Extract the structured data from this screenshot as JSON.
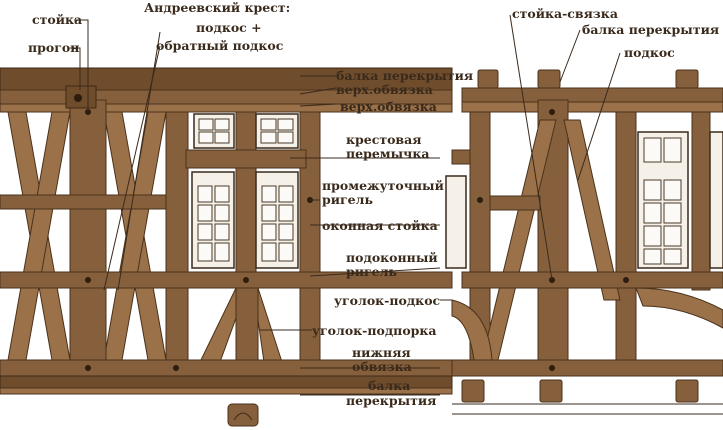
{
  "labels": {
    "stoyka": "стойка",
    "progon": "прогон",
    "andreevsky_title": "Андреевский крест:",
    "podkos_plus": "подкос +",
    "obratny_podkos": "обратный подкос",
    "balka_perekrytiya_top": "балка перекрытия",
    "verh_obvyazka_1": "верх.обвязка",
    "verh_obvyazka_2": "верх.обвязка",
    "krestovaya_1": "крестовая",
    "krestovaya_2": "перемычка",
    "promezh_1": "промежуточный",
    "promezh_2": "ригель",
    "okonnaya_stoyka": "оконная стойка",
    "podokonny_1": "подоконный",
    "podokonny_2": "ригель",
    "ugolok_podkos": "уголок-подкос",
    "ugolok_podporka": "уголок-подпорка",
    "nizhnyaya_1": "нижняя",
    "nizhnyaya_2": "обвязка",
    "balka_bottom_1": "балка",
    "balka_bottom_2": "перекрытия",
    "stoyka_svyazka": "стойка-связка",
    "balka_perekrytiya_right": "балка перекрытия",
    "podkos_right": "подкос"
  },
  "colors": {
    "timber": "#86603c",
    "timber_dark": "#6e4c2c",
    "outline": "#4a321c",
    "text": "#3a2a1c",
    "window": "#f5f1e8"
  }
}
